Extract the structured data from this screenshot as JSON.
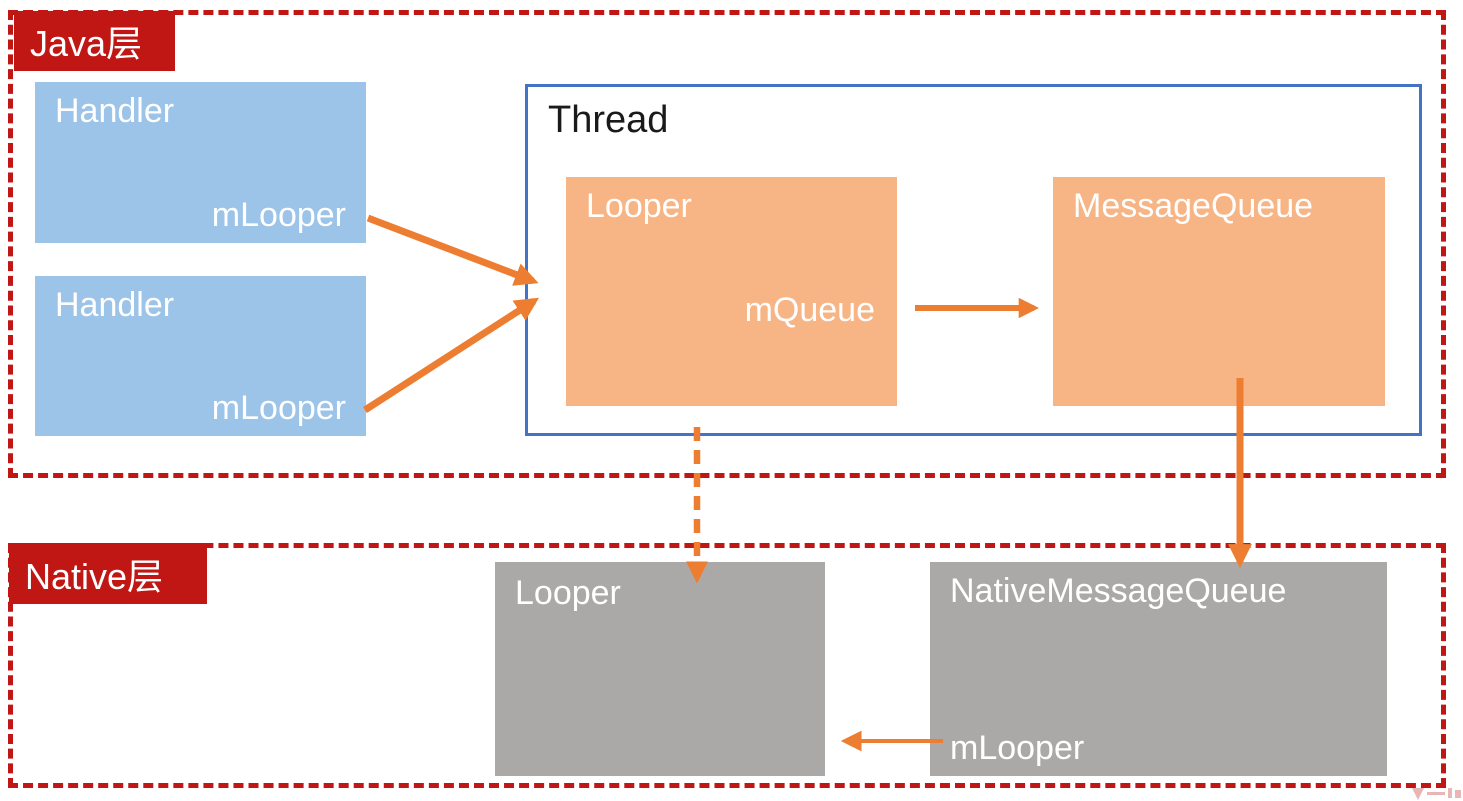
{
  "colors": {
    "red": "#c01714",
    "handler-blue": "#9cc3e8",
    "thread-border-blue": "#4472c4",
    "orange-fill": "#f7b484",
    "arrow-orange": "#ed7d31",
    "gray-fill": "#aba9a7",
    "thread-text": "#1a1a1a"
  },
  "java_layer": {
    "label": "Java层",
    "handlers": [
      {
        "title": "Handler",
        "field": "mLooper"
      },
      {
        "title": "Handler",
        "field": "mLooper"
      }
    ],
    "thread": {
      "label": "Thread",
      "looper": {
        "title": "Looper",
        "field": "mQueue"
      },
      "message_queue": {
        "title": "MessageQueue"
      }
    }
  },
  "native_layer": {
    "label": "Native层",
    "looper": {
      "title": "Looper"
    },
    "native_message_queue": {
      "title": "NativeMessageQueue",
      "field": "mLooper"
    }
  }
}
